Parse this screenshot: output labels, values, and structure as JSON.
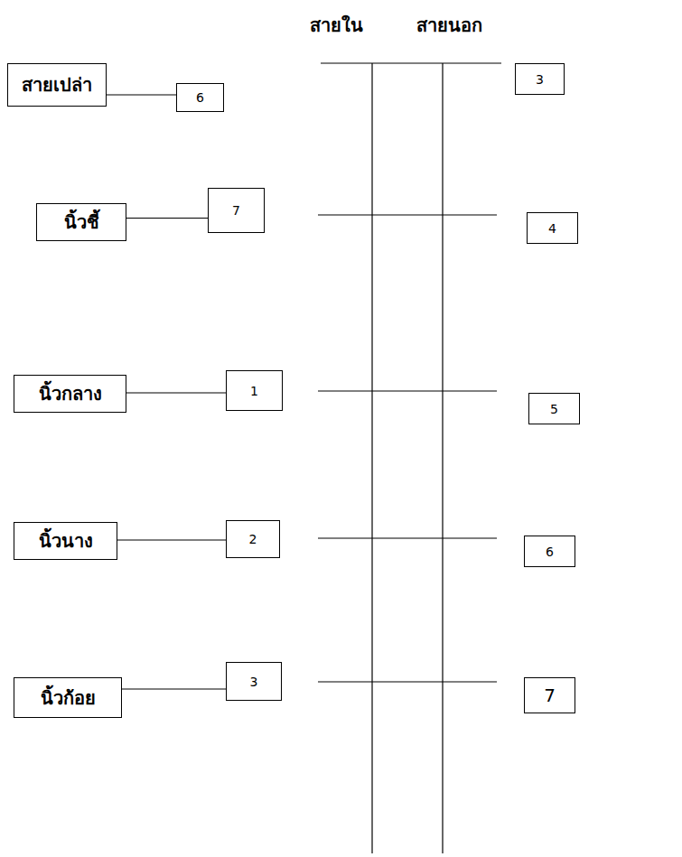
{
  "diagram": {
    "nodes": [
      {
        "text": [
          "สายเปล่า"
        ]
      },
      {
        "text": [
          "6"
        ]
      },
      {
        "text": [
          "3"
        ]
      },
      {
        "text": [
          "นิ้วชี้"
        ]
      },
      {
        "text": [
          "7"
        ]
      },
      {
        "text": [
          "4"
        ]
      },
      {
        "text": [
          "นิ้วกลาง"
        ]
      },
      {
        "text": [
          "1"
        ]
      },
      {
        "text": [
          "5"
        ]
      },
      {
        "text": [
          "นิ้วนาง"
        ]
      },
      {
        "text": [
          "2"
        ]
      },
      {
        "text": [
          "6"
        ]
      },
      {
        "text": [
          "นิ้วก้อย"
        ]
      },
      {
        "text": [
          "3"
        ]
      },
      {
        "text": [
          "7"
        ]
      }
    ],
    "edges": [
      {
        "from": 0,
        "to": 1,
        "arrow": "none"
      },
      {
        "from": 3,
        "to": 4,
        "arrow": "none"
      },
      {
        "from": 6,
        "to": 7,
        "arrow": "none"
      },
      {
        "from": 9,
        "to": 10,
        "arrow": "none"
      },
      {
        "from": 12,
        "to": 13,
        "arrow": "none"
      }
    ],
    "labels": [
      "สายใน",
      "สายนอก"
    ]
  }
}
